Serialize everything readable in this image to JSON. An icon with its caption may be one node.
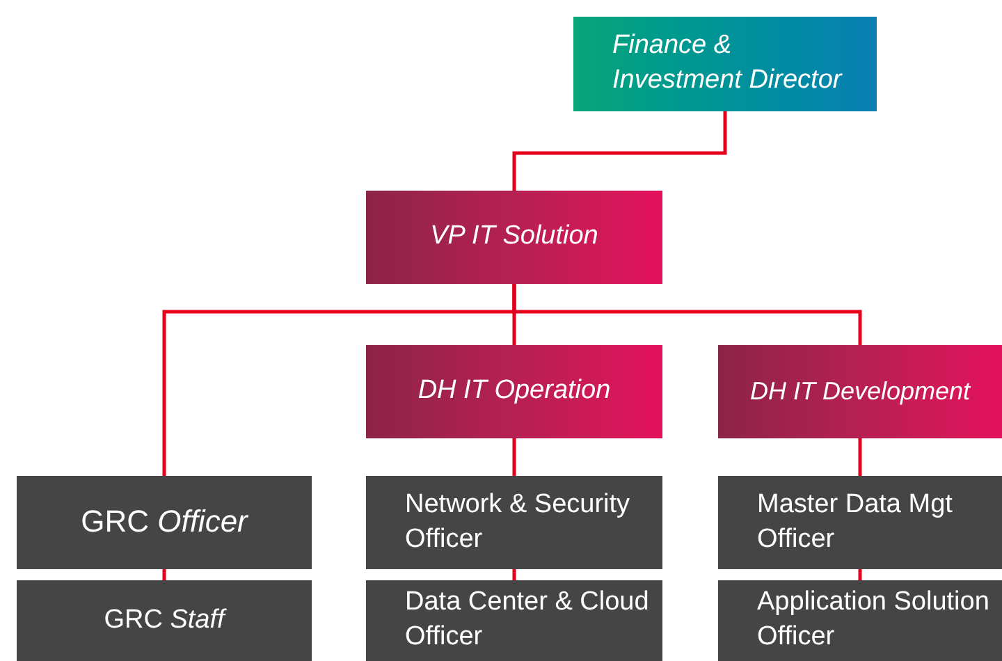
{
  "diagram": {
    "nodes": [
      {
        "text": [
          "Finance & Investment Director"
        ]
      },
      {
        "text": [
          "VP IT Solution"
        ]
      },
      {
        "text": [
          "DH IT Operation"
        ]
      },
      {
        "text": [
          "DH IT Development"
        ]
      },
      {
        "text": [
          "GRC *Officer*"
        ]
      },
      {
        "text": [
          "GRC *Staff*"
        ]
      },
      {
        "text": [
          "Network & Security Officer"
        ]
      },
      {
        "text": [
          "Data Center & Cloud Officer"
        ]
      },
      {
        "text": [
          "Master Data Mgt Officer"
        ]
      },
      {
        "text": [
          "Application Solution Officer"
        ]
      }
    ],
    "edges": [
      {
        "from": 0,
        "to": 1,
        "arrow": "none"
      },
      {
        "from": 1,
        "to": 4,
        "arrow": "none"
      },
      {
        "from": 1,
        "to": 2,
        "arrow": "none"
      },
      {
        "from": 1,
        "to": 3,
        "arrow": "none"
      },
      {
        "from": 4,
        "to": 5,
        "arrow": "none"
      },
      {
        "from": 2,
        "to": 6,
        "arrow": "none"
      },
      {
        "from": 6,
        "to": 7,
        "arrow": "none"
      },
      {
        "from": 3,
        "to": 8,
        "arrow": "none"
      },
      {
        "from": 8,
        "to": 9,
        "arrow": "none"
      }
    ]
  }
}
